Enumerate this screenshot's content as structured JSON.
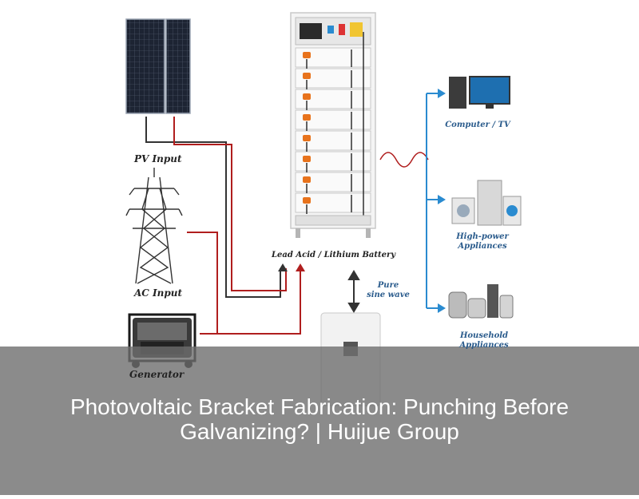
{
  "labels": {
    "pv_input": "PV Input",
    "ac_input": "AC Input",
    "generator": "Generator",
    "battery": "Lead Acid / Lithium Battery",
    "wave_line1": "Pure",
    "wave_line2": "sine wave",
    "computer_tv": "Computer / TV",
    "high_power_line1": "High-power",
    "high_power_line2": "Appliances",
    "household_line1": "Household",
    "household_line2": "Appliances"
  },
  "caption": {
    "text": "Photovoltaic Bracket Fabrication: Punching Before Galvanizing? | Huijue Group"
  },
  "colors": {
    "wire_dark": "#333333",
    "wire_red": "#b01e1e",
    "wire_blue": "#2a8bd0",
    "label_blue": "#2a5b8c",
    "battery_plug": "#e8731c",
    "panel_cell": "#1d2433",
    "overlay": "#6e6e6e"
  }
}
